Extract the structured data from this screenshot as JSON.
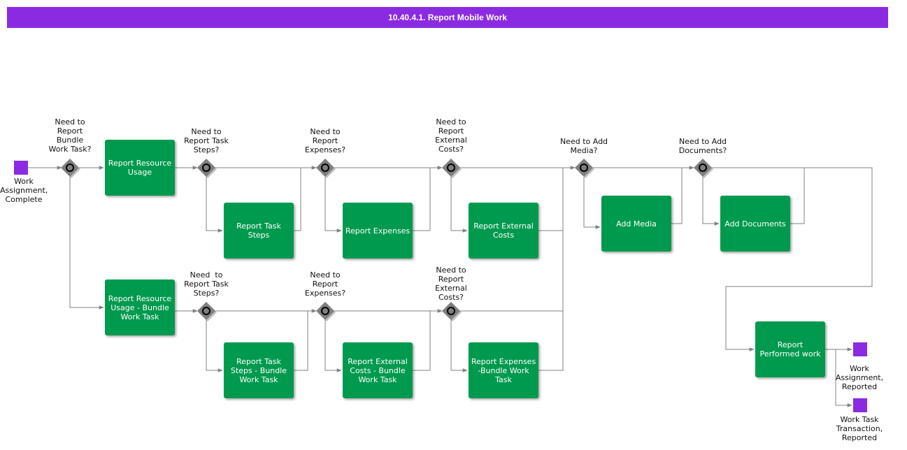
{
  "title": "10.40.4.1. Report Mobile Work",
  "colors": {
    "title_bar": "#8a2be2",
    "task_fill": "#009a4e",
    "event_fill": "#8a2be2",
    "gateway_fill": "#7f7f7f",
    "connector": "#808080"
  },
  "events": {
    "start": "Work\nAssignment,\nComplete",
    "end_reported": "Work\nAssignment,\nReported",
    "end_transaction": "Work Task\nTransaction,\nReported"
  },
  "tasks": {
    "report_resource_usage": "Report Resource Usage",
    "report_task_steps": "Report Task Steps",
    "report_expenses": "Report Expenses",
    "report_external_costs": "Report External Costs",
    "add_media": "Add Media",
    "add_documents": "Add Documents",
    "report_resource_usage_bundle": "Report Resource Usage - Bundle Work Task",
    "report_task_steps_bundle": "Report Task Steps - Bundle Work Task",
    "report_external_costs_bundle": "Report External Costs - Bundle Work Task",
    "report_expenses_bundle": "Report Expenses -Bundle Work Task",
    "report_performed_work": "Report Performed work"
  },
  "gateways": {
    "bundle": "Need to\nReport\nBundle\nWork Task?",
    "task_steps": "Need to\nReport Task\nSteps?",
    "expenses": "Need to\nReport\nExpenses?",
    "external_costs": "Need to\nReport\nExternal\nCosts?",
    "media": "Need to Add\nMedia?",
    "documents": "Need to Add\nDocuments?",
    "task_steps_bundle": "Need  to\nReport Task\nSteps?",
    "expenses_bundle": "Need to\nReport\nExpenses?",
    "external_costs_bundle": "Need to\nReport\nExternal\nCosts?"
  }
}
